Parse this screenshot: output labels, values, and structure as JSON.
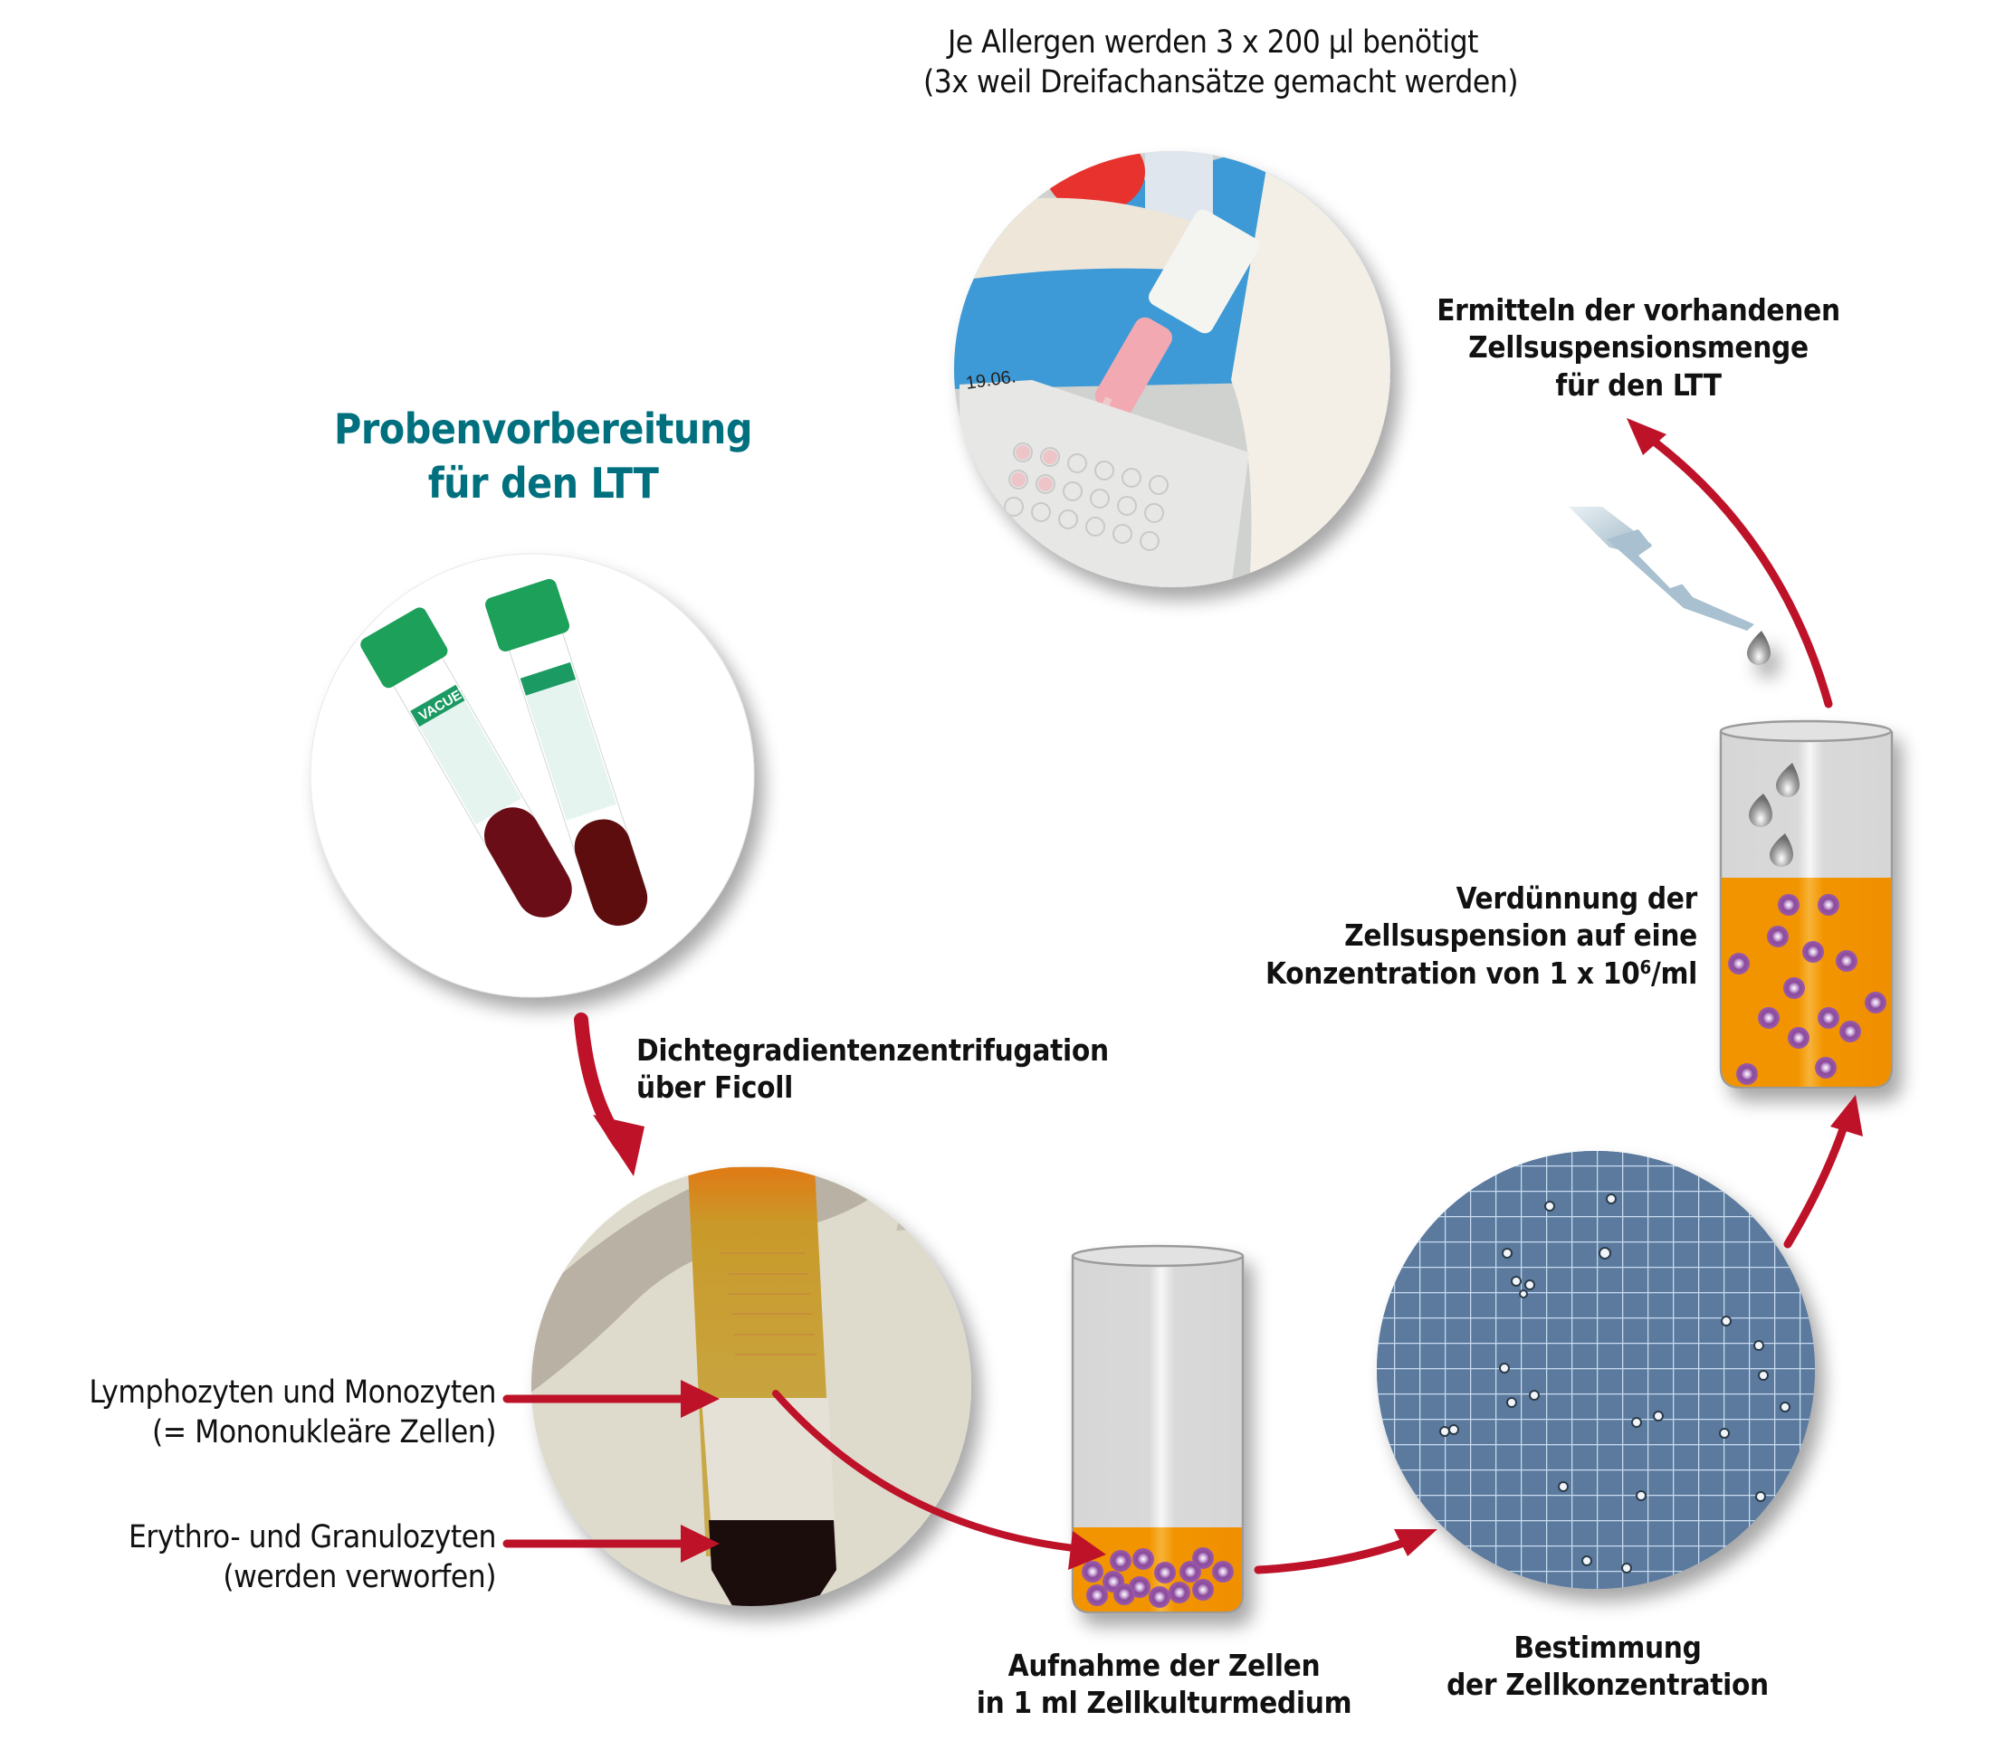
{
  "title": {
    "line1": "Probenvorbereitung",
    "line2": "für den LTT",
    "color": "#00707F"
  },
  "steps": {
    "allergen_note": {
      "line1": "Je Allergen werden 3 x 200 µl benötigt",
      "line2": "(3x weil Dreifachansätze gemacht werden)"
    },
    "determine_volume": {
      "line1": "Ermitteln der vorhandenen",
      "line2": "Zellsuspensionsmenge",
      "line3": "für den LTT"
    },
    "dilution": {
      "line1": "Verdünnung der",
      "line2": "Zellsuspension auf eine",
      "line3_prefix": "Konzentration von 1 x 10",
      "line3_sup": "6",
      "line3_suffix": "/ml"
    },
    "centrifugation": {
      "line1": "Dichtegradientenzentrifugation",
      "line2": "über Ficoll"
    },
    "uptake": {
      "line1": "Aufnahme der Zellen",
      "line2": "in 1 ml Zellkulturmedium"
    },
    "count": {
      "line1": "Bestimmung",
      "line2": "der Zellkonzentration"
    }
  },
  "labels": {
    "mononuclear": {
      "line1": "Lymphozyten und Monozyten",
      "line2": "(= Mononukleäre Zellen)"
    },
    "discarded": {
      "line1": "Erythro- und Granulozyten",
      "line2": "(werden verworfen)"
    }
  },
  "images": {
    "blood_tubes": {
      "description": "Two VACUETTE blood collection tubes with green caps, filled with blood",
      "tube_label_text": "VACUETTE"
    },
    "centrifuge_tube": {
      "description": "Centrifuged tube showing plasma, mononuclear cell layer, Ficoll and red cell pellet"
    },
    "pipetting": {
      "description": "Pipetting pink cell suspension into a 96-well plate",
      "plate_label": "19.06."
    },
    "counting_chamber": {
      "description": "Microscope view of counting chamber grid with cells"
    }
  },
  "colors": {
    "arrow": "#BE1229",
    "medium": "#F29400",
    "cell": "#8B4A9C",
    "grid_bg": "#5B7A9E"
  }
}
